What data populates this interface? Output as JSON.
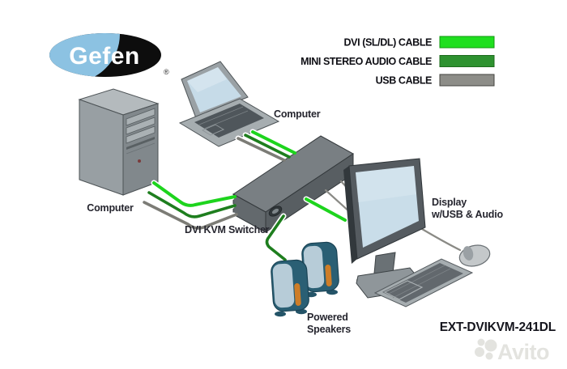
{
  "brand": {
    "name": "Gefen",
    "registered": "®"
  },
  "legend": {
    "items": [
      {
        "id": "dvi",
        "label": "DVI (SL/DL) CABLE",
        "color": "#1fdf1f"
      },
      {
        "id": "audio",
        "label": "MINI STEREO AUDIO CABLE",
        "color": "#2e9230"
      },
      {
        "id": "usb",
        "label": "USB CABLE",
        "color": "#8d8d88"
      }
    ]
  },
  "labels": {
    "tower": "Computer",
    "laptop": "Computer",
    "switcher": "DVI KVM Switcher",
    "display_line1": "Display",
    "display_line2": "w/USB & Audio",
    "speakers_line1": "Powered",
    "speakers_line2": "Speakers"
  },
  "product_code": "EXT-DVIKVM-241DL",
  "watermark": {
    "text": "Avito"
  },
  "colors": {
    "dvi_cable": "#1dd41d",
    "audio_cable": "#1e7e1e",
    "usb_cable": "#7c7c76",
    "label_text": "#25252e",
    "gefen_blue": "#8cc2e2",
    "speaker_teal": "#2a5f74",
    "speaker_orange": "#ce7d27",
    "device_gray": "#8f979b"
  }
}
